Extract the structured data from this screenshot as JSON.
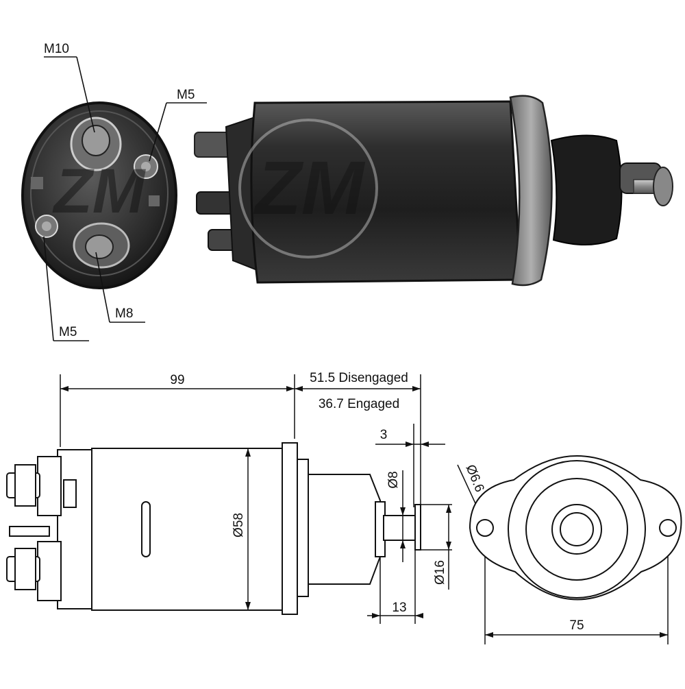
{
  "photo_labels": {
    "m10": "M10",
    "m5_top": "M5",
    "m8": "M8",
    "m5_bottom": "M5"
  },
  "watermark": {
    "text": "ZM"
  },
  "dimensions": {
    "body_length": "99",
    "plunger_disengaged": "51.5 Disengaged",
    "plunger_engaged": "36.7 Engaged",
    "tip_length": "3",
    "rod_diameter": "Ø8",
    "body_diameter": "Ø58",
    "tip_diameter": "Ø16",
    "plunger_offset": "13",
    "hole_diameter": "Ø6.6",
    "flange_width": "75"
  },
  "colors": {
    "line": "#111111",
    "body_dark": "#2a2a2a",
    "body_mid": "#4a4a4a",
    "metal": "#9a9a9a"
  }
}
